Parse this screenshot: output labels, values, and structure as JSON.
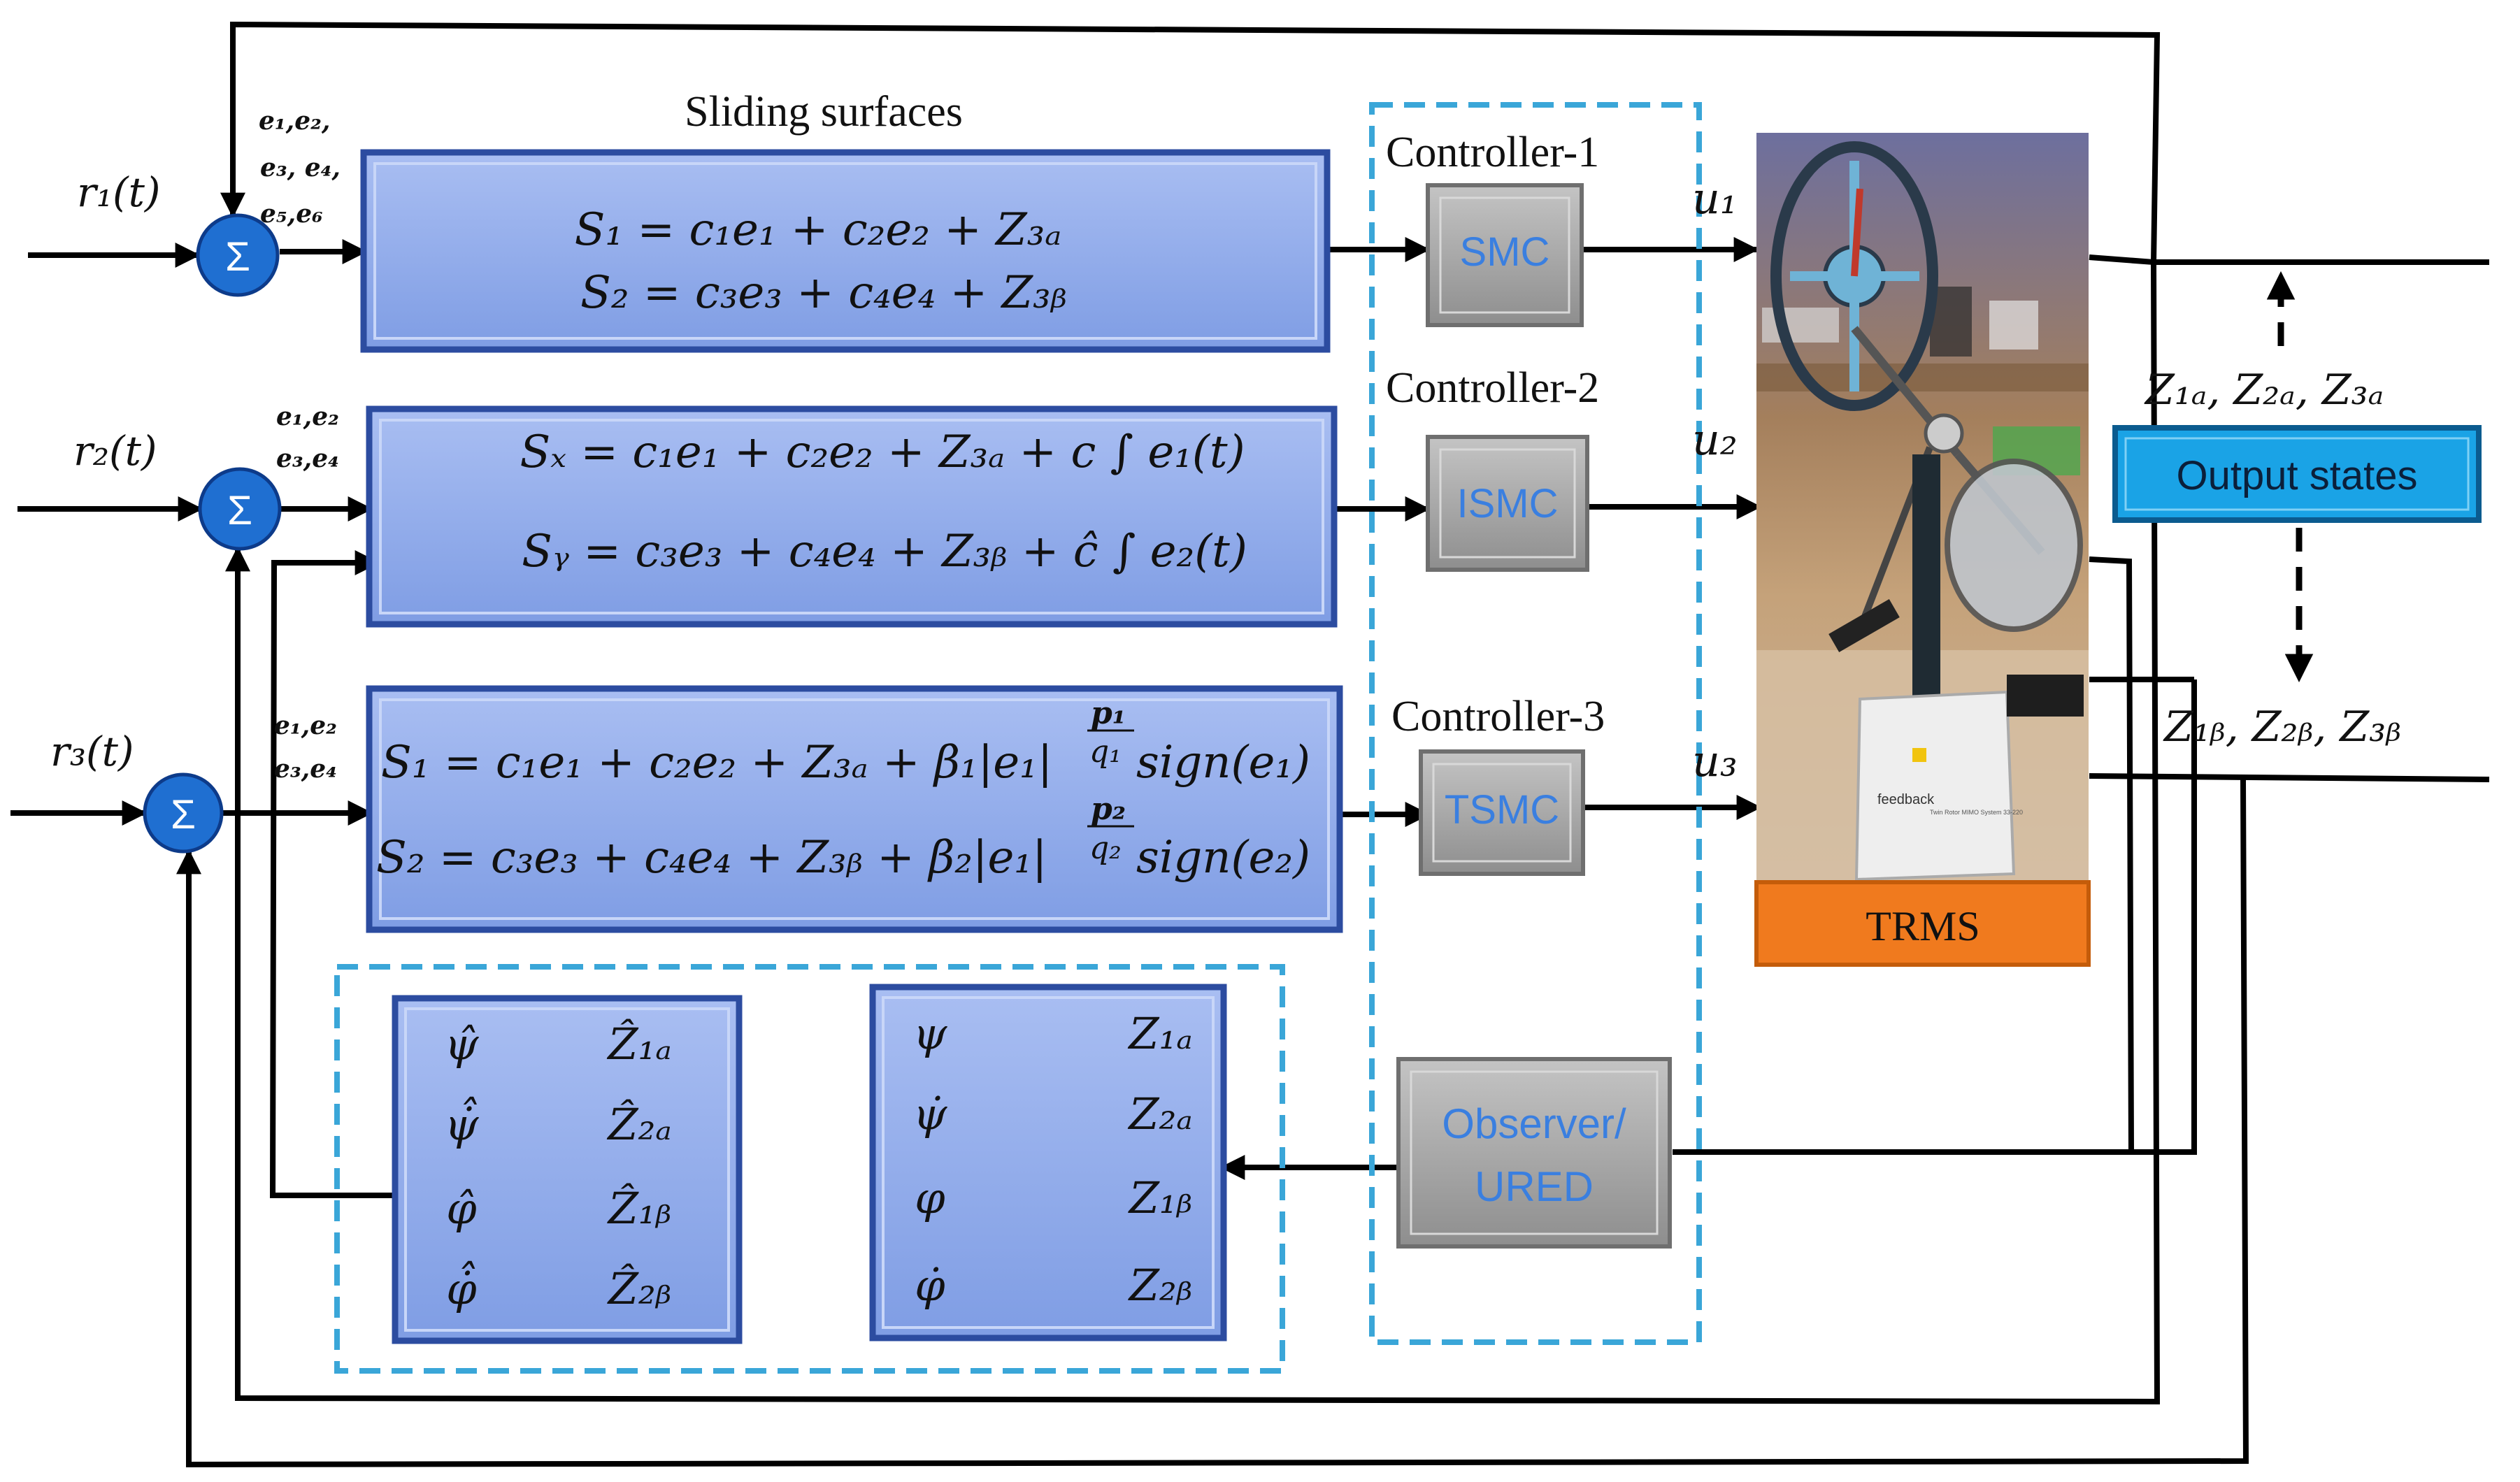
{
  "inputs": {
    "r1": "r₁(t)",
    "r2": "r₂(t)",
    "r3": "r₃(t)"
  },
  "sum_symbol": "Σ",
  "error_labels": {
    "row1_line1": "e₁,e₂,",
    "row1_line2": "e₃, e₄,",
    "row1_line3": "e₅,e₆",
    "row2_line1": "e₁,e₂",
    "row2_line2": "e₃,e₄",
    "row3_line1": "e₁,e₂",
    "row3_line2": "e₃,e₄"
  },
  "sliding_surfaces_title": "Sliding  surfaces",
  "surface1": {
    "eq1": "S₁ = c₁e₁ + c₂e₂ + Z₃ₐ",
    "eq2": "S₂ = c₃e₃ + c₄e₄ + Z₃ᵦ"
  },
  "surface2": {
    "eq1": "Sₓ = c₁e₁ + c₂e₂ + Z₃ₐ + c ∫ e₁(t)",
    "eq2": "Sᵧ = c₃e₃ + c₄e₄ + Z₃ᵦ + ĉ ∫ e₂(t)"
  },
  "surface3": {
    "eq1_main": "S₁ = c₁e₁ + c₂e₂ + Z₃ₐ + β₁|e₁|",
    "eq1_exp_num": "p₁",
    "eq1_exp_den": "q₁",
    "eq1_tail": "sign(e₁)",
    "eq2_main": "S₂ = c₃e₃ + c₄e₄ + Z₃ᵦ + β₂|e₁|",
    "eq2_exp_num": "p₂",
    "eq2_exp_den": "q₂",
    "eq2_tail": "sign(e₂)"
  },
  "controllers": {
    "c1_title": "Controller-1",
    "c1_block": "SMC",
    "c2_title": "Controller-2",
    "c2_block": "ISMC",
    "c3_title": "Controller-3",
    "c3_block": "TSMC",
    "observer_line1": "Observer/",
    "observer_line2": "URED"
  },
  "control_signals": {
    "u1": "u₁",
    "u2": "u₂",
    "u3": "u₃"
  },
  "plant": {
    "label": "TRMS",
    "photo_brand": "feedback",
    "photo_caption": "Twin Rotor MIMO System 33-220"
  },
  "outputs": {
    "upper": "Z₁ₐ, Z₂ₐ, Z₃ₐ",
    "lower": "Z₁ᵦ, Z₂ᵦ, Z₃ᵦ",
    "states_button": "Output states"
  },
  "estimates_block": {
    "rows": [
      {
        "left": "ψ̂",
        "right": "Ẑ₁ₐ"
      },
      {
        "left": "ψ̇̂",
        "right": "Ẑ₂ₐ"
      },
      {
        "left": "φ̂",
        "right": "Ẑ₁ᵦ"
      },
      {
        "left": "φ̇̂",
        "right": "Ẑ₂ᵦ"
      }
    ]
  },
  "states_block": {
    "rows": [
      {
        "left": "ψ",
        "right": "Z₁ₐ"
      },
      {
        "left": "ψ̇",
        "right": "Z₂ₐ"
      },
      {
        "left": "φ",
        "right": "Z₁ᵦ"
      },
      {
        "left": "φ̇",
        "right": "Z₂ᵦ"
      }
    ]
  },
  "colors": {
    "block_fill": "#93acea",
    "block_border": "#2c4ca0",
    "sum_fill": "#1f6fd1",
    "controller_fill": "#a3a3a3",
    "controller_text": "#3a7fe0",
    "dashed": "#3aa6d8",
    "output_fill": "#1aa3e6",
    "trms_fill": "#f07a1e"
  }
}
